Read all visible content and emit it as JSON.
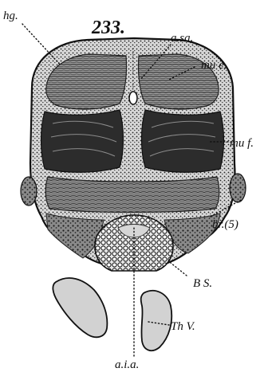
{
  "figure": {
    "number": "233.",
    "labels": {
      "hg": "hg.",
      "asa": "a.sa.",
      "mue": "mu e.",
      "muf": "mu f.",
      "br": "br.(5)",
      "bs": "B S.",
      "thv": "Th V.",
      "aia": "a.i.a."
    }
  },
  "colors": {
    "ink": "#111111",
    "tissue_dark": "#2a2a2a",
    "tissue_mid": "#6e6e6e",
    "tissue_light": "#bdbdbd",
    "hollow": "#cfcfcf",
    "paper": "#ffffff"
  }
}
